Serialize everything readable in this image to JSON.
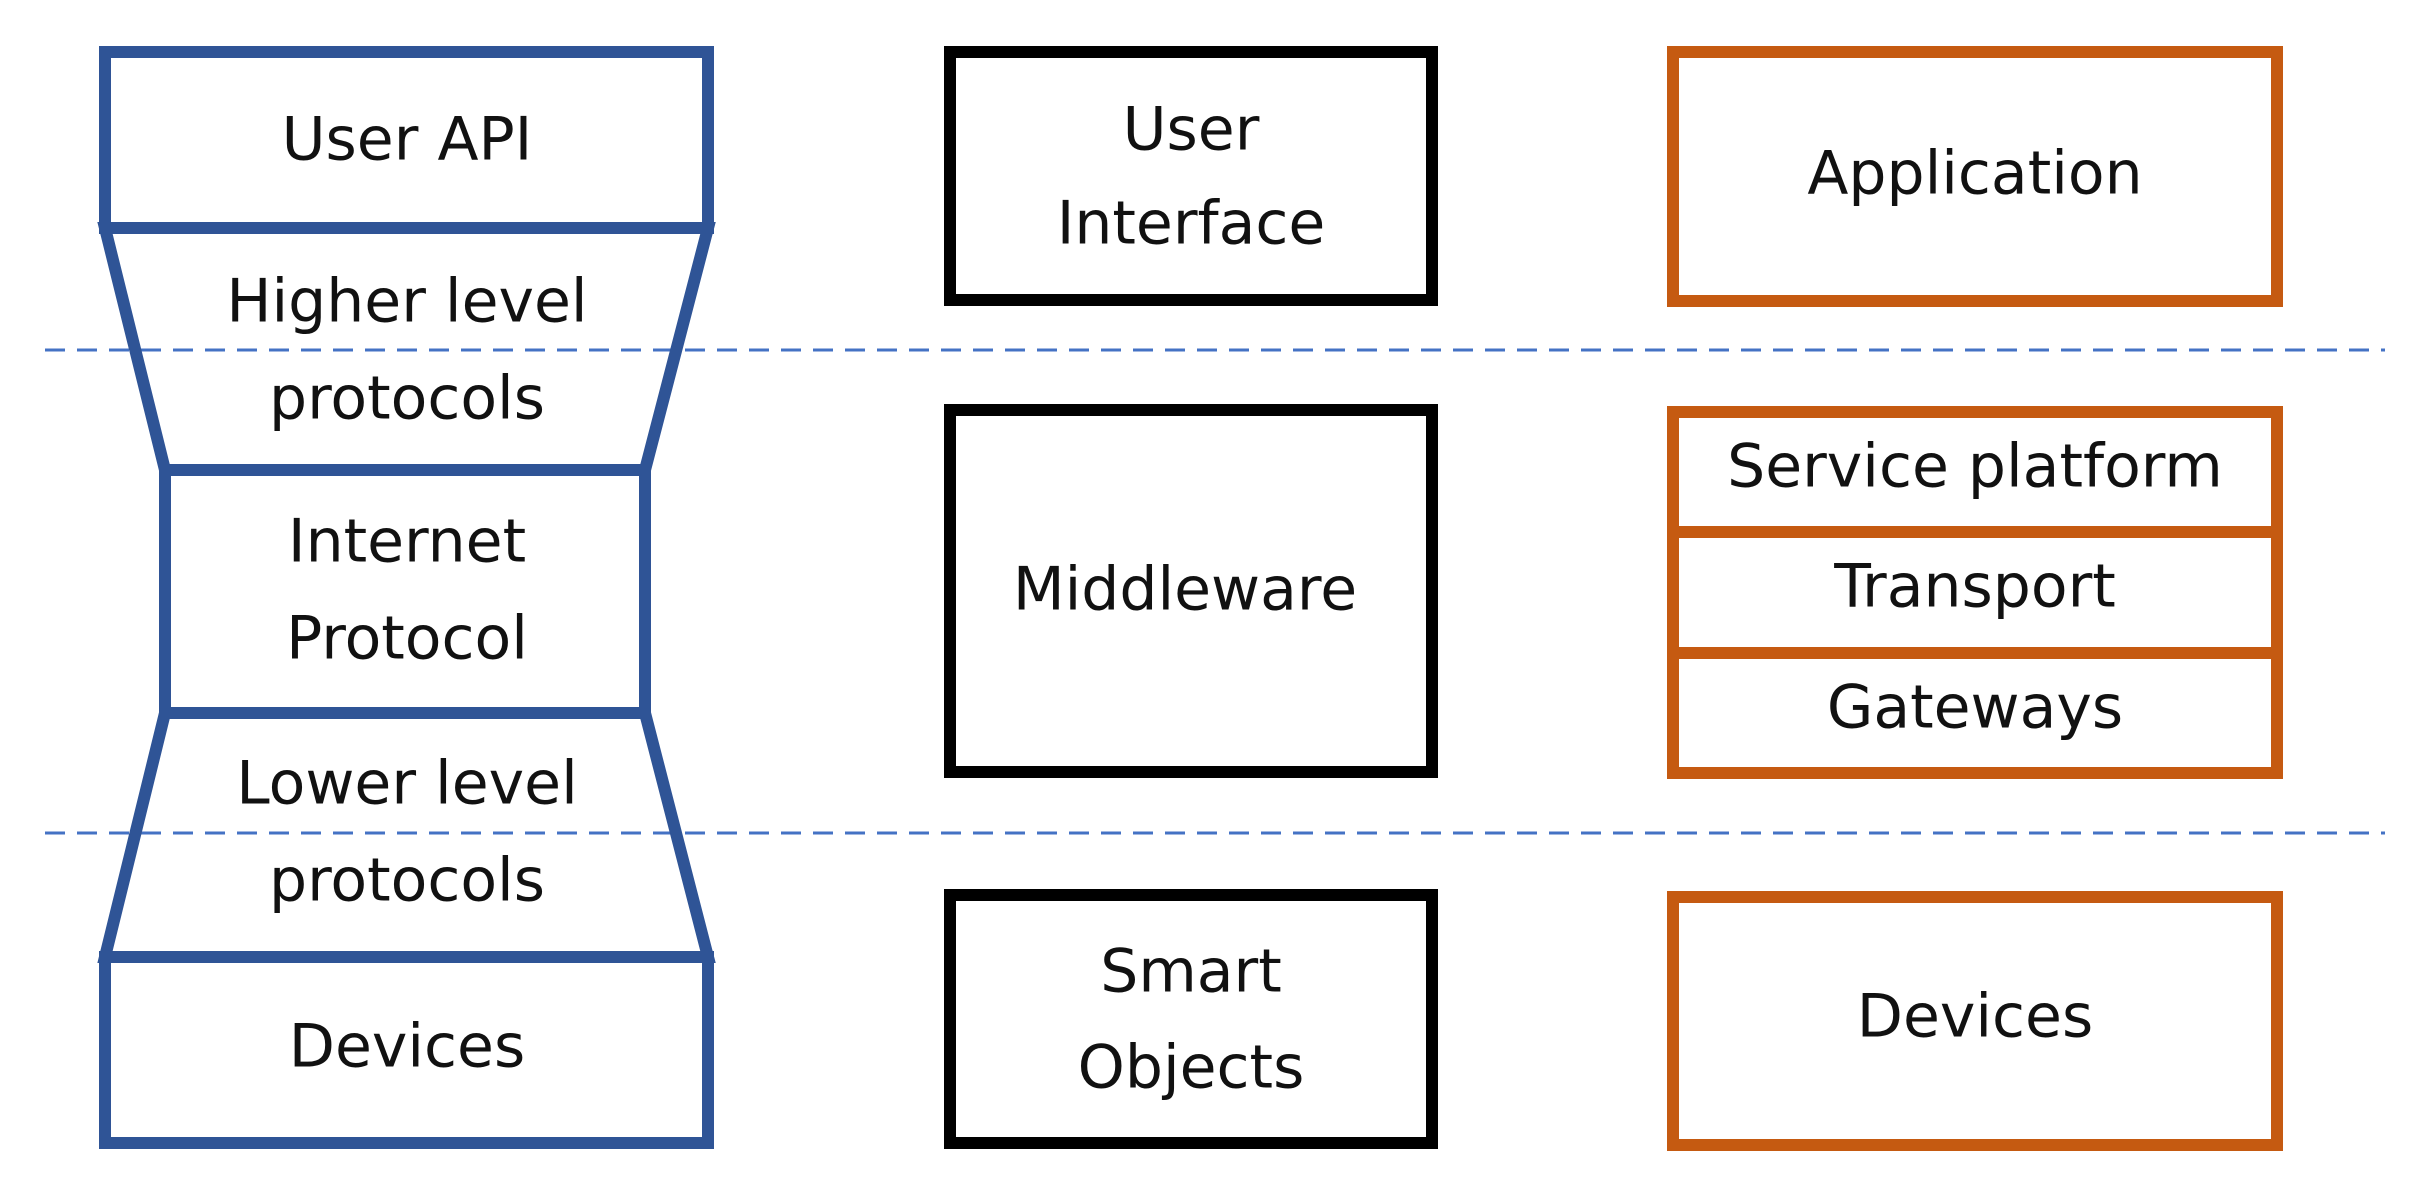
{
  "colors": {
    "blue": "#2f5496",
    "black": "#000000",
    "orange": "#c55a11",
    "dashed_line": "#4472c4"
  },
  "left_stack": {
    "user_api": "User API",
    "higher_level_1": "Higher level",
    "higher_level_2": "protocols",
    "internet_1": "Internet",
    "internet_2": "Protocol",
    "lower_level_1": "Lower level",
    "lower_level_2": "protocols",
    "devices": "Devices"
  },
  "middle_stack": {
    "user_interface_1": "User",
    "user_interface_2": "Interface",
    "middleware": "Middleware",
    "smart_objects_1": "Smart",
    "smart_objects_2": "Objects"
  },
  "right_stack": {
    "application": "Application",
    "service_platform": "Service platform",
    "transport": "Transport",
    "gateways": "Gateways",
    "devices": "Devices"
  }
}
